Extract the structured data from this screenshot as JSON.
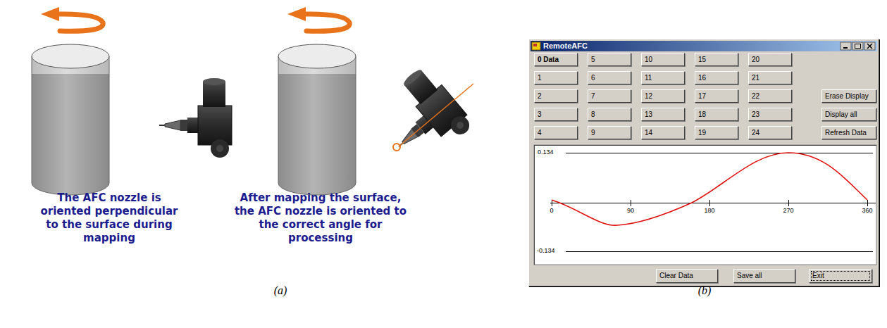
{
  "diagram": {
    "nodes": [
      {
        "text": [
          "RemoteAFC"
        ]
      },
      {
        "text": [
          "0 Data"
        ],
        "in": 0
      },
      {
        "text": [
          "5"
        ],
        "in": 0
      },
      {
        "text": [
          "10"
        ],
        "in": 0
      },
      {
        "text": [
          "15"
        ],
        "in": 0
      },
      {
        "text": [
          "20"
        ],
        "in": 0
      },
      {
        "text": [
          "1"
        ],
        "in": 0
      },
      {
        "text": [
          "6"
        ],
        "in": 0
      },
      {
        "text": [
          "11"
        ],
        "in": 0
      },
      {
        "text": [
          "16"
        ],
        "in": 0
      },
      {
        "text": [
          "21"
        ],
        "in": 0
      },
      {
        "text": [
          "2"
        ],
        "in": 0
      },
      {
        "text": [
          "7"
        ],
        "in": 0
      },
      {
        "text": [
          "12"
        ],
        "in": 0
      },
      {
        "text": [
          "17"
        ],
        "in": 0
      },
      {
        "text": [
          "22"
        ],
        "in": 0
      },
      {
        "text": [
          "Erase Display"
        ],
        "in": 0
      },
      {
        "text": [
          "3"
        ],
        "in": 0
      },
      {
        "text": [
          "8"
        ],
        "in": 0
      },
      {
        "text": [
          "13"
        ],
        "in": 0
      },
      {
        "text": [
          "18"
        ],
        "in": 0
      },
      {
        "text": [
          "23"
        ],
        "in": 0
      },
      {
        "text": [
          "Display all"
        ],
        "in": 0
      },
      {
        "text": [
          "4"
        ],
        "in": 0
      },
      {
        "text": [
          "9"
        ],
        "in": 0
      },
      {
        "text": [
          "14"
        ],
        "in": 0
      },
      {
        "text": [
          "19"
        ],
        "in": 0
      },
      {
        "text": [
          "24"
        ],
        "in": 0
      },
      {
        "text": [
          "Refresh Data"
        ],
        "in": 0
      },
      {
        "text": [
          "Clear Data"
        ],
        "in": 0
      },
      {
        "text": [
          "Save all"
        ],
        "in": 0
      },
      {
        "text": [
          "Exit"
        ],
        "in": 0
      }
    ],
    "labels": [
      "The AFC nozzle is oriented perpendicular to the surface during mapping",
      "After mapping the surface, the AFC nozzle is oriented to the correct angle for processing",
      "(a)",
      "(b)",
      "0.134",
      "0",
      "90",
      "180",
      "270",
      "360",
      "-0.134"
    ]
  }
}
